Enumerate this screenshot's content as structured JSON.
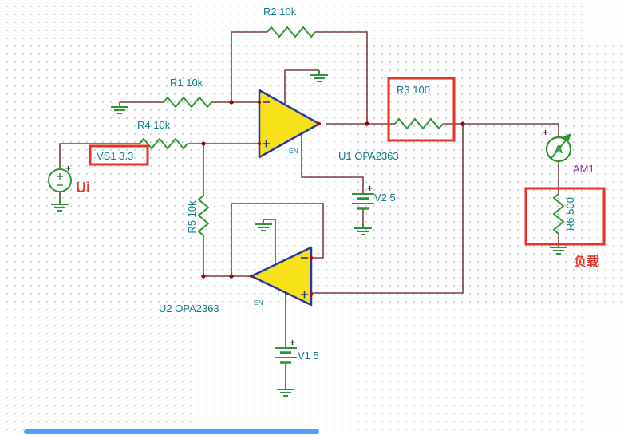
{
  "colors": {
    "wire": "#7b3f43",
    "component_green": "#2f9431",
    "label_teal": "#0e7c8f",
    "opamp_fill": "#f7e219",
    "opamp_border": "#2438a8",
    "annotation_red": "#ea3323",
    "meter_purple": "#8e2f9e",
    "junction_dot": "#a00000",
    "scrollbar_blue": "#46a6ff",
    "background": "#ffffff",
    "grid_dot": "#cdd3da"
  },
  "schematic": {
    "resistors": {
      "r1": "R1 10k",
      "r2": "R2 10k",
      "r3": "R3 100",
      "r4": "R4 10k",
      "r5": "R5 10k",
      "r6": "R6 500"
    },
    "opamps": {
      "u1": {
        "label": "U1 OPA2363",
        "en_pin": "EN"
      },
      "u2": {
        "label": "U2 OPA2363",
        "en_pin": "EN"
      }
    },
    "sources": {
      "vs1": {
        "label": "VS1 3.3",
        "polarity": "+"
      },
      "v1": {
        "label": "V1 5",
        "polarity": "+"
      },
      "v2": {
        "label": "V2 5",
        "polarity": "+"
      }
    },
    "meter": {
      "label": "AM1",
      "letter": "A",
      "polarity": "+"
    }
  },
  "annotations": {
    "input_name": "Ui",
    "load_name": "负载"
  }
}
